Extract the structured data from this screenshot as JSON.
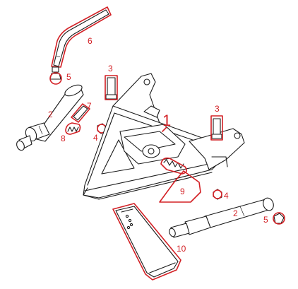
{
  "labels": {
    "frame": "1",
    "pin_left": "2",
    "pin_right": "2",
    "bolt_center": "3",
    "bolt_right": "3",
    "nut_left": "4",
    "nut_right": "4",
    "fitting_left": "5",
    "fitting_right": "5",
    "lever": "6",
    "sleeve": "7",
    "spring_small": "8",
    "spring_large": "9",
    "foot_plate": "10"
  },
  "colors": {
    "highlight": "#d32025",
    "line": "#1a1a1a"
  }
}
